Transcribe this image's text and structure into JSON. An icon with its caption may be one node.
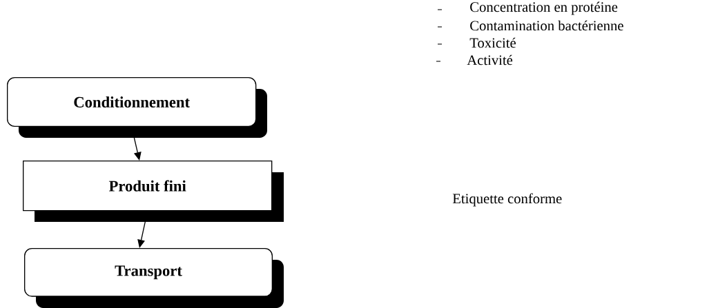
{
  "diagram": {
    "nodes": [
      {
        "text": [
          "Conditionnement"
        ]
      },
      {
        "text": [
          "Produit fini"
        ]
      },
      {
        "text": [
          "Transport"
        ]
      }
    ],
    "edges": [
      {
        "from": 0,
        "to": 1,
        "arrow": "to"
      },
      {
        "from": 1,
        "to": 2,
        "arrow": "to"
      }
    ],
    "labels": [
      "Concentration en protéine",
      "Contamination bactérienne",
      "Toxicité",
      "Activité",
      "Etiquette conforme"
    ]
  }
}
